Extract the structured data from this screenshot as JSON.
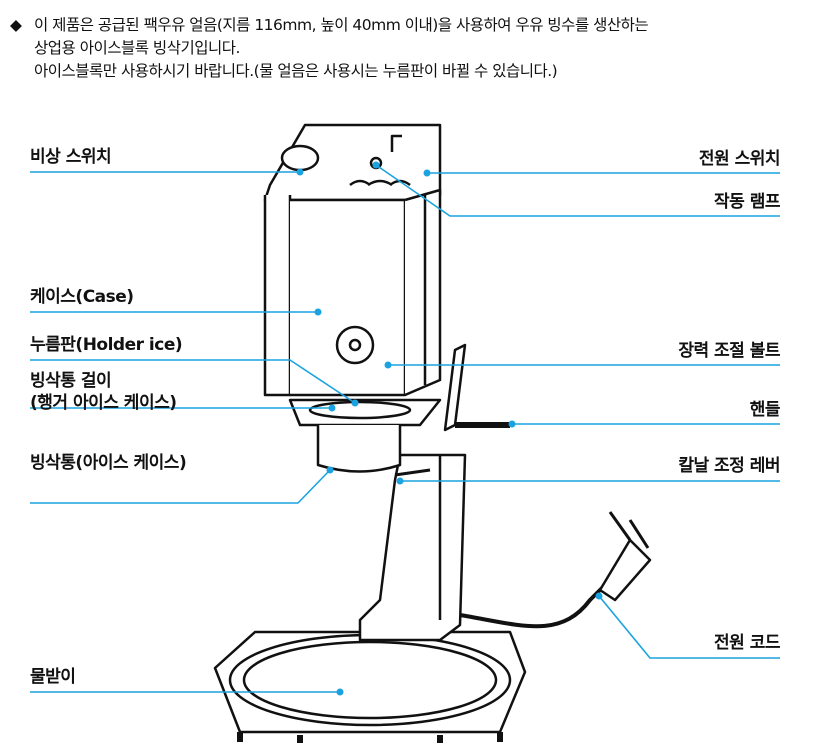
{
  "intro": {
    "bullet": "◆",
    "line1": "이 제품은 공급된 팩우유 얼음(지름 116mm, 높이 40mm 이내)을 사용하여 우유 빙수를 생산하는",
    "line2": "상업용 아이스블록 빙삭기입니다.",
    "line3": "아이스블록만 사용하시기 바랍니다.(물 얼음은 사용시는 누름판이 바뀔 수 있습니다.)"
  },
  "labels": {
    "emergency_switch": "비상 스위치",
    "power_switch": "전원 스위치",
    "operation_lamp": "작동 램프",
    "case": "케이스(Case)",
    "holder_ice": "누름판(Holder ice)",
    "tension_bolt": "장력 조절 볼트",
    "hanger_line1": "빙삭통 걸이",
    "hanger_line2": "(행거 아이스 케이스)",
    "handle": "핸들",
    "ice_case": "빙삭통(아이스 케이스)",
    "blade_lever": "칼날 조정 레버",
    "power_cord": "전원 코드",
    "drip_tray": "물받이"
  },
  "colors": {
    "leader": "#1aa3e0"
  }
}
